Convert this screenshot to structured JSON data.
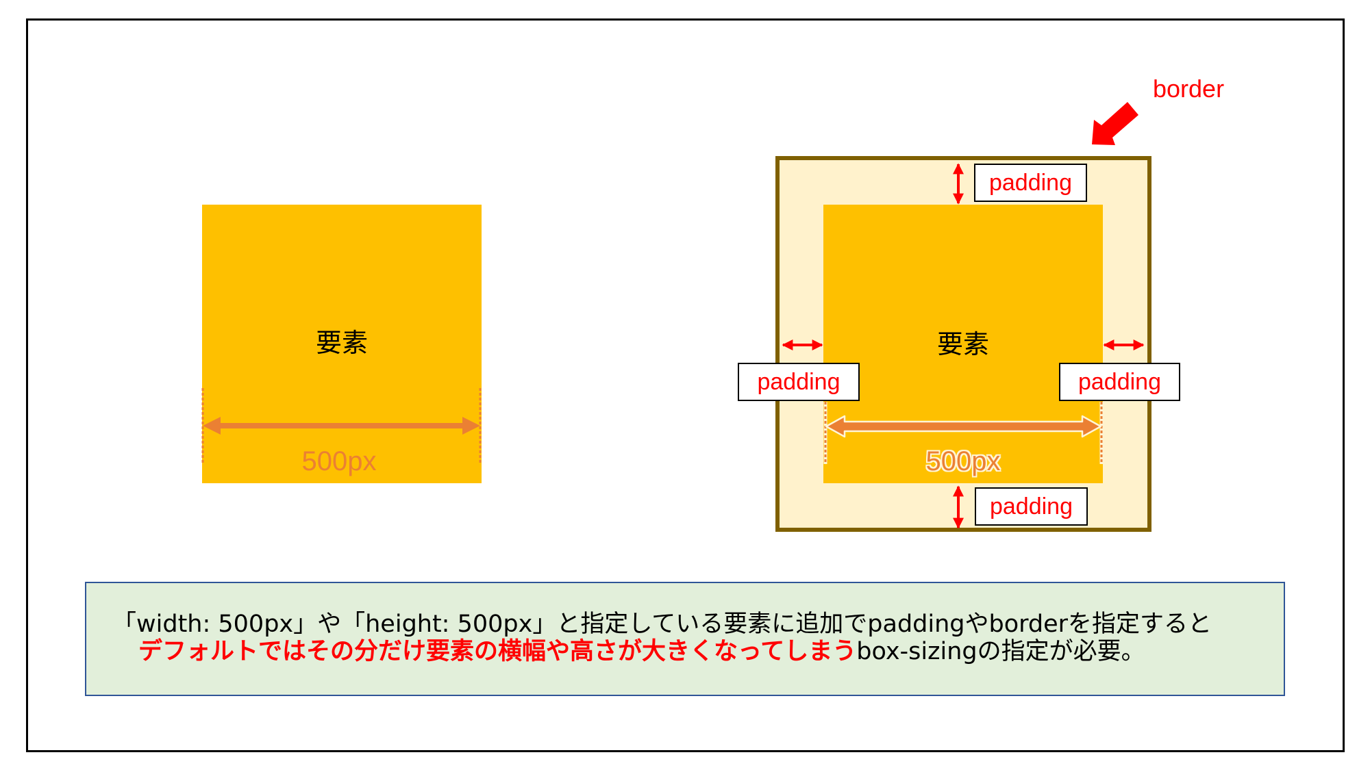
{
  "colors": {
    "element_fill": "#fec000",
    "padding_fill": "#fff2cc",
    "border_stroke": "#7f6000",
    "dimension_arrow": "#eb8033",
    "annotation_red": "#ff0000",
    "note_fill": "#e2efda",
    "note_border": "#2f5597"
  },
  "left_diagram": {
    "element_label": "要素",
    "width_label": "500px"
  },
  "right_diagram": {
    "element_label": "要素",
    "width_label": "500px",
    "border_label": "border",
    "padding_labels": {
      "top": "padding",
      "left": "padding",
      "right": "padding",
      "bottom": "padding"
    }
  },
  "note": {
    "line1": "「width: 500px」や「height: 500px」と指定している要素に追加でpaddingやborderを指定すると",
    "line2_red": "デフォルトではその分だけ要素の横幅や高さが大きくなってしまう",
    "line2_black": "box-sizingの指定が必要。"
  }
}
